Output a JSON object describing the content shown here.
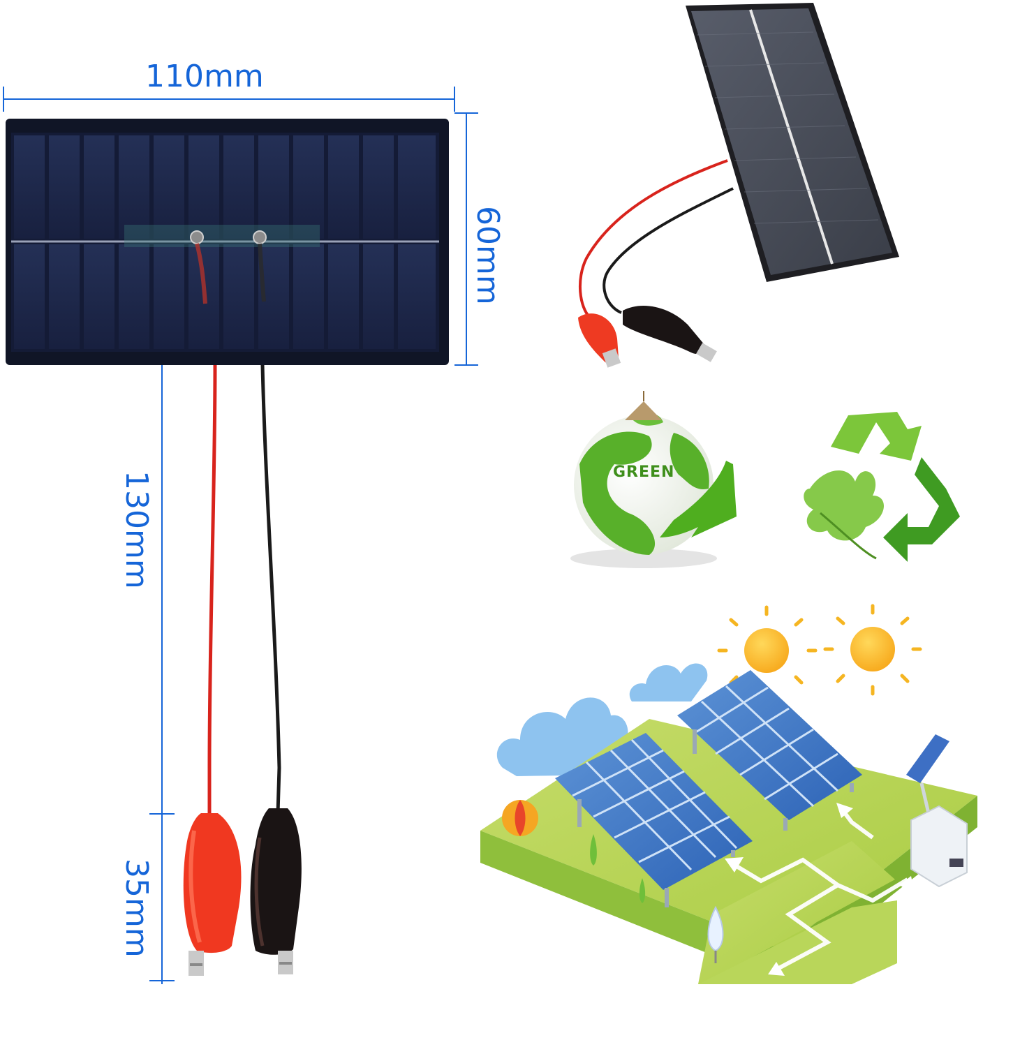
{
  "dimensions": {
    "width_label": "110mm",
    "height_label": "60mm",
    "cable_label": "130mm",
    "clip_label": "35mm"
  },
  "globe": {
    "text": "GREEN"
  },
  "colors": {
    "dimension_line": "#1565d8",
    "panel_cell": "#1c2547",
    "wire_red": "#d8231c",
    "wire_black": "#1a1a1a",
    "eco_green": "#4caf1f"
  }
}
